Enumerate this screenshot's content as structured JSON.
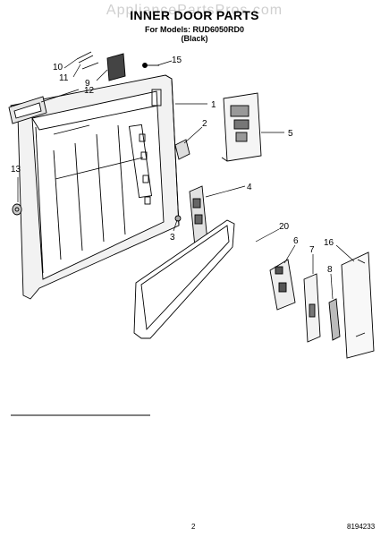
{
  "header": {
    "watermark": "AppliancePartsPros.com",
    "title": "INNER DOOR PARTS",
    "models_line": "For Models: RUD6050RD0",
    "color_line": "(Black)"
  },
  "callouts": [
    "10",
    "11",
    "9",
    "12",
    "15",
    "1",
    "2",
    "5",
    "13",
    "4",
    "3",
    "20",
    "6",
    "7",
    "16",
    "8"
  ],
  "footer": {
    "page_number": "2",
    "doc_number": "8194233"
  }
}
